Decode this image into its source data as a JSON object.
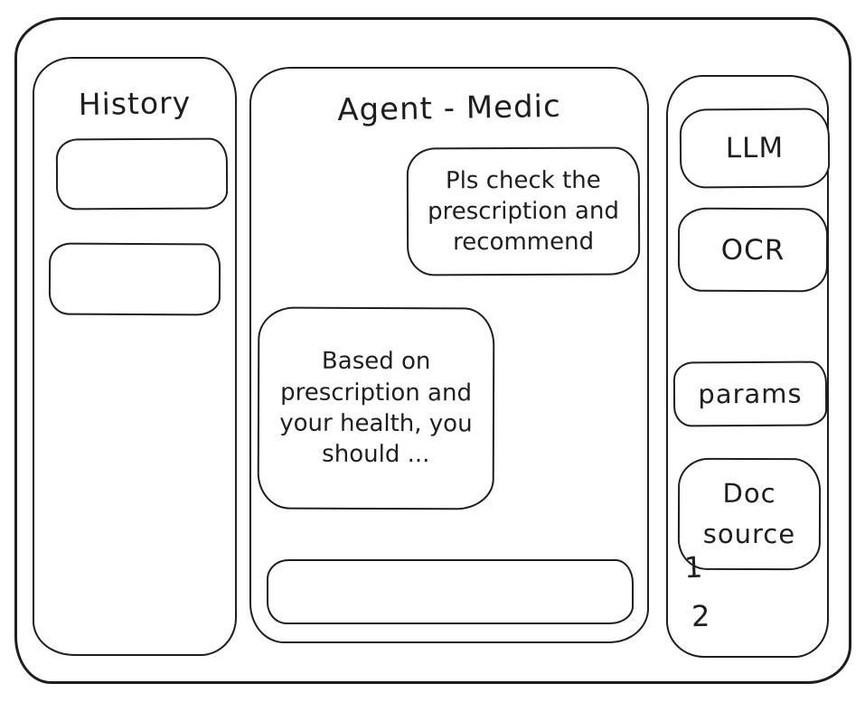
{
  "app": {
    "colors": {
      "background": "#ffffff",
      "stroke": "#1e1e1e"
    }
  },
  "history_panel": {
    "title": "History",
    "items": [
      "",
      ""
    ]
  },
  "chat_panel": {
    "title": "Agent - Medic",
    "messages": [
      {
        "role": "user",
        "align": "right",
        "text": "Pls check the prescription and recommend"
      },
      {
        "role": "agent",
        "align": "left",
        "text": "Based on prescription and your health, you should ..."
      }
    ],
    "input": {
      "value": "",
      "placeholder": ""
    }
  },
  "tools_panel": {
    "modules": [
      {
        "label": "LLM"
      },
      {
        "label": "OCR"
      },
      {
        "label": "params"
      },
      {
        "label": "Doc source"
      }
    ],
    "doc_source_items": [
      "1",
      "2"
    ]
  }
}
